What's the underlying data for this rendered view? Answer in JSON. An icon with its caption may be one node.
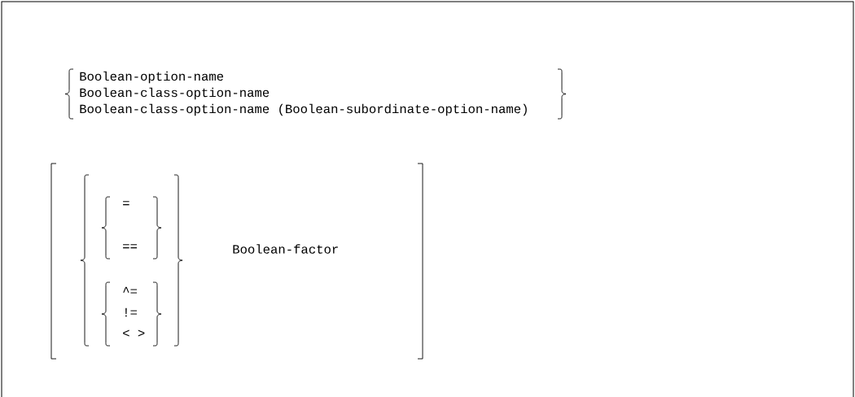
{
  "diagram": {
    "labels": [
      "Boolean-option-name",
      "Boolean-class-option-name",
      "Boolean-class-option-name (Boolean-subordinate-option-name)",
      "=",
      "==",
      "Boolean-factor",
      "^=",
      "!=",
      "< >"
    ]
  }
}
